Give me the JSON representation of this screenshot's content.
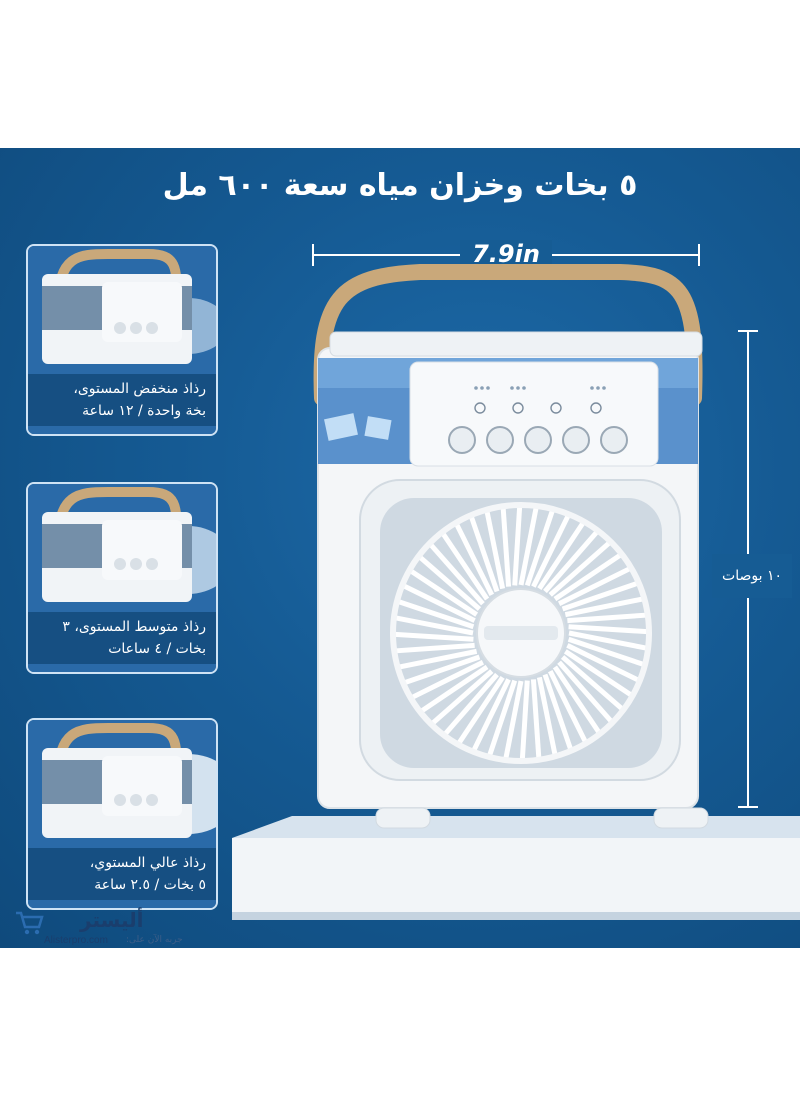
{
  "headline": "٥ بخات وخزان مياه سعة ٦٠٠ مل",
  "width_dimension": "7.9in",
  "height_dimension": "١٠ بوصات",
  "modes": [
    {
      "caption_line1": "رذاذ منخفض المستوى،",
      "caption_line2": "بخة واحدة / ١٢ ساعة"
    },
    {
      "caption_line1": "رذاذ متوسط المستوى، ٣",
      "caption_line2": "بخات / ٤ ساعات"
    },
    {
      "caption_line1": "رذاذ عالي المستوي،",
      "caption_line2": "٥ بخات / ٢.٥ ساعة"
    }
  ],
  "brand": {
    "name_ar": "أليستر",
    "url": "Alisterpro.com",
    "tagline": "جربه الآن على:"
  },
  "colors": {
    "background": "#155a93",
    "handle": "#c9a87a",
    "device": "#f4f6f8"
  }
}
